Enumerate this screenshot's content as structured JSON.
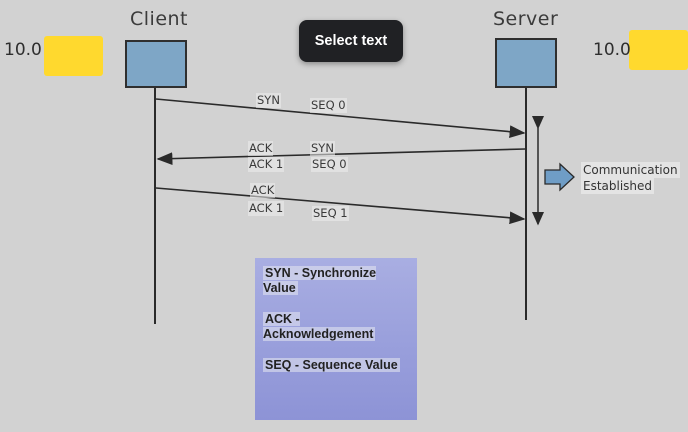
{
  "client": {
    "title": "Client",
    "ip": "10.0"
  },
  "server": {
    "title": "Server",
    "ip": "10.0"
  },
  "tooltip": {
    "label": "Select text"
  },
  "messages": {
    "m1": {
      "a": "SYN",
      "b": "SEQ 0"
    },
    "m2": {
      "a1": "ACK",
      "a2": "ACK 1",
      "b1": "SYN",
      "b2": "SEQ 0"
    },
    "m3": {
      "a1": "ACK",
      "a2": "ACK 1",
      "b": "SEQ 1"
    }
  },
  "communication": {
    "line1": "Communication",
    "line2": "Established"
  },
  "legend": {
    "syn": "SYN - Synchronize Value",
    "ack": "ACK - Acknowledgement",
    "seq": "SEQ - Sequence Value"
  },
  "colors": {
    "box": "#7ea6c6",
    "highlight": "#ffd92e",
    "arrow_block": "#6f9dc6",
    "legend": "#9aa0dc"
  }
}
